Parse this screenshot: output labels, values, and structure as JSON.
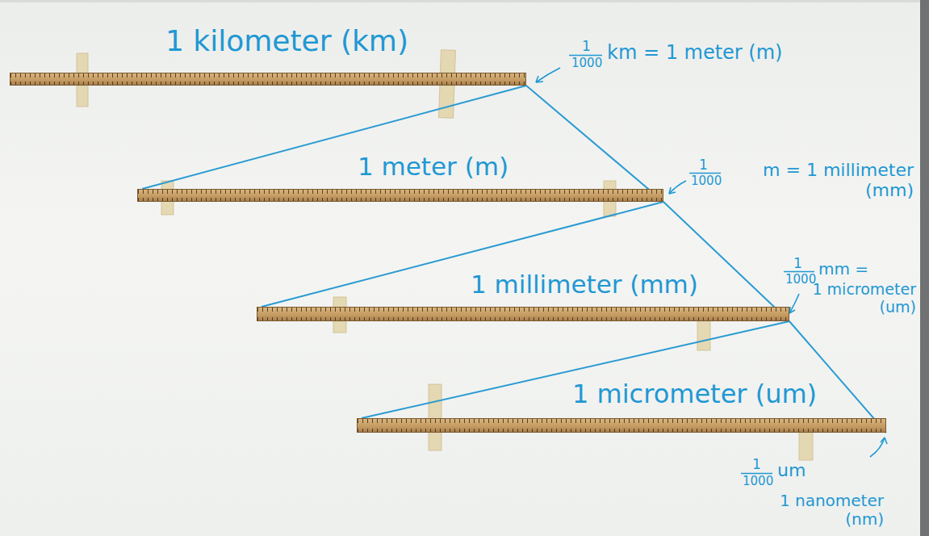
{
  "diagram": {
    "nodes": [
      {
        "text": [
          "1 kilometer (km)"
        ]
      },
      {
        "text": [
          "1 meter (m)"
        ]
      },
      {
        "text": [
          "1 millimeter (mm)"
        ]
      },
      {
        "text": [
          "1 micrometer (um)"
        ]
      }
    ],
    "edges": [
      {
        "from": 0,
        "to": 1,
        "arrow": "none"
      },
      {
        "from": 0,
        "to": 1,
        "arrow": "none"
      },
      {
        "from": 1,
        "to": 2,
        "arrow": "none"
      },
      {
        "from": 1,
        "to": 2,
        "arrow": "none"
      },
      {
        "from": 2,
        "to": 3,
        "arrow": "none"
      },
      {
        "from": 2,
        "to": 3,
        "arrow": "none"
      }
    ],
    "labels": [
      "1",
      "1000",
      "km = 1 meter (m)",
      "1",
      "1000",
      "m = 1 millimeter (mm)",
      "1",
      "1000",
      "mm =",
      "1 micrometer (um)",
      "1",
      "1000",
      "um",
      "1 nanometer (nm)"
    ]
  }
}
